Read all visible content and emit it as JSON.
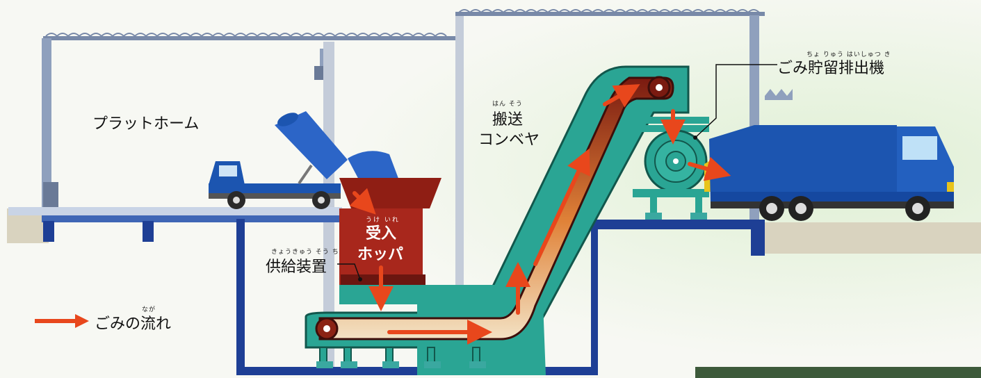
{
  "labels": {
    "platform": "プラットホーム",
    "conveyor_line1": "搬送",
    "conveyor_line2": "コンベヤ",
    "conveyor_ruby": "はん そう",
    "storage_machine": "ごみ貯留排出機",
    "storage_ruby": "ちょ りゅう はいしゅつ き",
    "hopper_line1": "受入",
    "hopper_line2": "ホッパ",
    "hopper_ruby": "うけ いれ",
    "feeder": "供給装置",
    "feeder_ruby": "きょうきゅう そう ち"
  },
  "legend": {
    "label": "ごみの流れ",
    "ruby": "なが"
  },
  "colors": {
    "flow_arrow": "#e8471c",
    "conveyor": "#2aa594",
    "hopper": "#a8271c",
    "truck_body": "#1c55b0",
    "building_frame": "#7889a8",
    "ground_structure": "#1e3f95",
    "ground": "#d9d3bf"
  }
}
